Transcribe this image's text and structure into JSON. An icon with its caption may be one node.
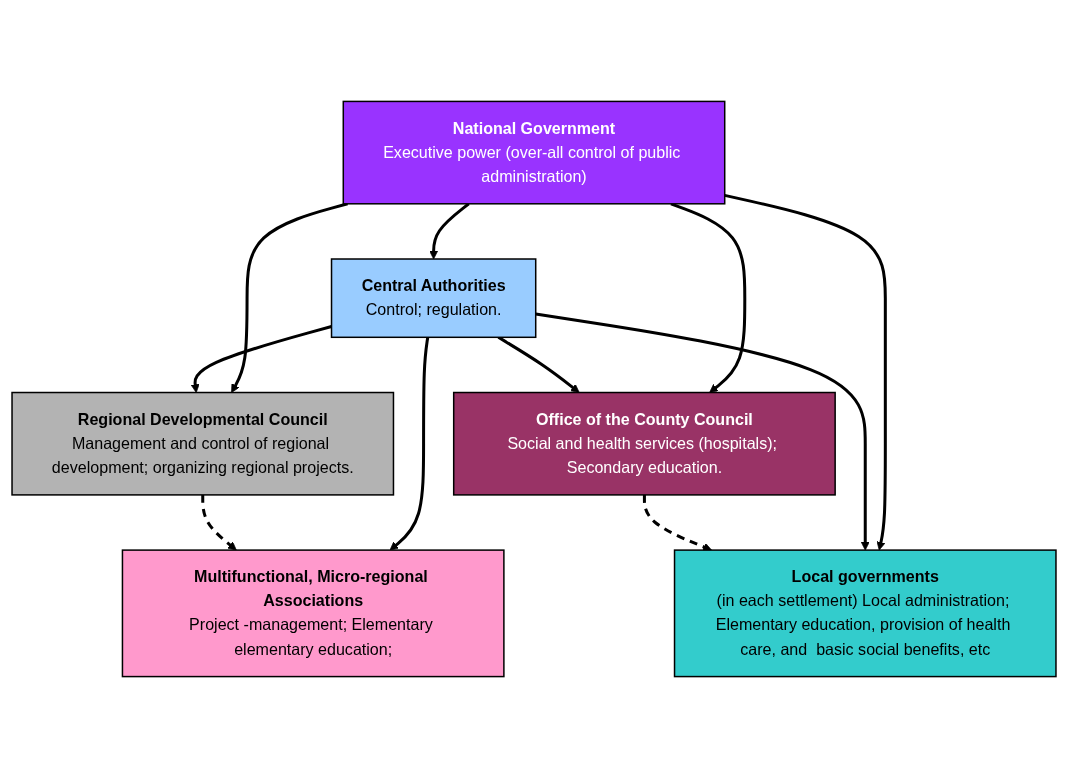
{
  "diagram": {
    "nodes": [
      {
        "text": [
          "National Government",
          "Executive power (over-all control of public administration)"
        ]
      },
      {
        "text": [
          "Central Authorities",
          "Control; regulation."
        ]
      },
      {
        "text": [
          "Regional Developmental Council",
          "Management and control of regional development; organizing regional projects."
        ]
      },
      {
        "text": [
          "Office of the County Council",
          "Social and health services (hospitals); Secondary education."
        ]
      },
      {
        "text": [
          "Multifunctional, Micro-regional Associations",
          "Project -management; Elementary elementary education;"
        ]
      },
      {
        "text": [
          "Local governments",
          "(in each settlement) Local administration; Elementary education, provision of health care, and  basic social benefits, etc"
        ]
      }
    ],
    "edges": [
      {
        "from": 0,
        "to": 1,
        "arrow": "to"
      },
      {
        "from": 0,
        "to": 2,
        "arrow": "to"
      },
      {
        "from": 0,
        "to": 3,
        "arrow": "to"
      },
      {
        "from": 0,
        "to": 5,
        "arrow": "to"
      },
      {
        "from": 1,
        "to": 2,
        "arrow": "to"
      },
      {
        "from": 1,
        "to": 3,
        "arrow": "to"
      },
      {
        "from": 1,
        "to": 4,
        "arrow": "to"
      },
      {
        "from": 1,
        "to": 5,
        "arrow": "to"
      },
      {
        "from": 2,
        "to": 4,
        "arrow": "to",
        "style": "dashed"
      },
      {
        "from": 3,
        "to": 5,
        "arrow": "to",
        "style": "dashed"
      }
    ]
  }
}
